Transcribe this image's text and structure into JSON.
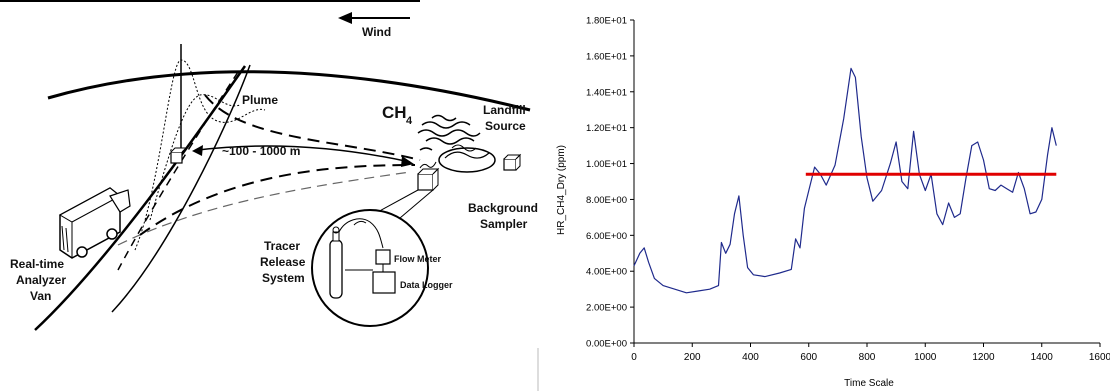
{
  "diagram": {
    "wind_label": "Wind",
    "plume_label": "Plume",
    "ch4_main": "CH",
    "ch4_sub": "4",
    "landfill_line1": "Landfill",
    "landfill_line2": "Source",
    "distance_label": "~100 - 1000 m",
    "background_line1": "Background",
    "background_line2": "Sampler",
    "tracer_line1": "Tracer",
    "tracer_line2": "Release",
    "tracer_line3": "System",
    "flow_meter_label": "Flow Meter",
    "data_logger_label": "Data Logger",
    "van_line1": "Real-time",
    "van_line2": "Analyzer",
    "van_line3": "Van",
    "icons": [
      "wind-arrow-icon",
      "analyzer-van-icon",
      "tracer-release-box-icon",
      "background-sampler-box-icon",
      "landfill-source-icon",
      "gas-cylinder-icon"
    ]
  },
  "chart_data": {
    "type": "line",
    "title": "",
    "xlabel": "Time Scale",
    "ylabel": "HR_CH4_Dry (ppm)",
    "xlim": [
      0,
      1600
    ],
    "ylim": [
      0,
      18
    ],
    "x_ticks": [
      0,
      200,
      400,
      600,
      800,
      1000,
      1200,
      1400,
      1600
    ],
    "x_tick_labels": [
      "0",
      "200",
      "400",
      "600",
      "800",
      "1000",
      "1200",
      "1400",
      "1600"
    ],
    "y_ticks": [
      0,
      2,
      4,
      6,
      8,
      10,
      12,
      14,
      16,
      18
    ],
    "y_tick_labels": [
      "0.00E+00",
      "2.00E+00",
      "4.00E+00",
      "6.00E+00",
      "8.00E+00",
      "1.00E+01",
      "1.20E+01",
      "1.40E+01",
      "1.60E+01",
      "1.80E+01"
    ],
    "grid": false,
    "series": [
      {
        "color": "#1f2a8c",
        "x": [
          0,
          20,
          35,
          50,
          70,
          100,
          140,
          180,
          220,
          260,
          290,
          300,
          315,
          330,
          345,
          360,
          375,
          390,
          410,
          450,
          500,
          540,
          555,
          570,
          585,
          600,
          620,
          640,
          660,
          690,
          720,
          745,
          760,
          780,
          800,
          820,
          850,
          880,
          900,
          920,
          940,
          960,
          980,
          1000,
          1020,
          1040,
          1060,
          1080,
          1100,
          1120,
          1140,
          1160,
          1180,
          1200,
          1220,
          1240,
          1260,
          1280,
          1300,
          1320,
          1340,
          1360,
          1380,
          1400,
          1420,
          1435,
          1450
        ],
        "y": [
          4.3,
          5.0,
          5.3,
          4.5,
          3.6,
          3.2,
          3.0,
          2.8,
          2.9,
          3.0,
          3.2,
          5.6,
          5.0,
          5.5,
          7.2,
          8.2,
          6.0,
          4.2,
          3.8,
          3.7,
          3.9,
          4.1,
          5.8,
          5.3,
          7.5,
          8.5,
          9.8,
          9.4,
          8.8,
          9.9,
          12.5,
          15.3,
          14.8,
          11.5,
          9.2,
          7.9,
          8.5,
          10.0,
          11.2,
          9.0,
          8.6,
          11.8,
          9.4,
          8.5,
          9.4,
          7.2,
          6.6,
          7.8,
          7.0,
          7.2,
          9.2,
          11.0,
          11.2,
          10.2,
          8.6,
          8.5,
          8.8,
          8.6,
          8.4,
          9.5,
          8.6,
          7.2,
          7.3,
          8.0,
          10.5,
          12.0,
          11.0
        ]
      },
      {
        "color": "#e00000",
        "x": [
          590,
          1450
        ],
        "y": [
          9.4,
          9.4
        ]
      }
    ]
  }
}
